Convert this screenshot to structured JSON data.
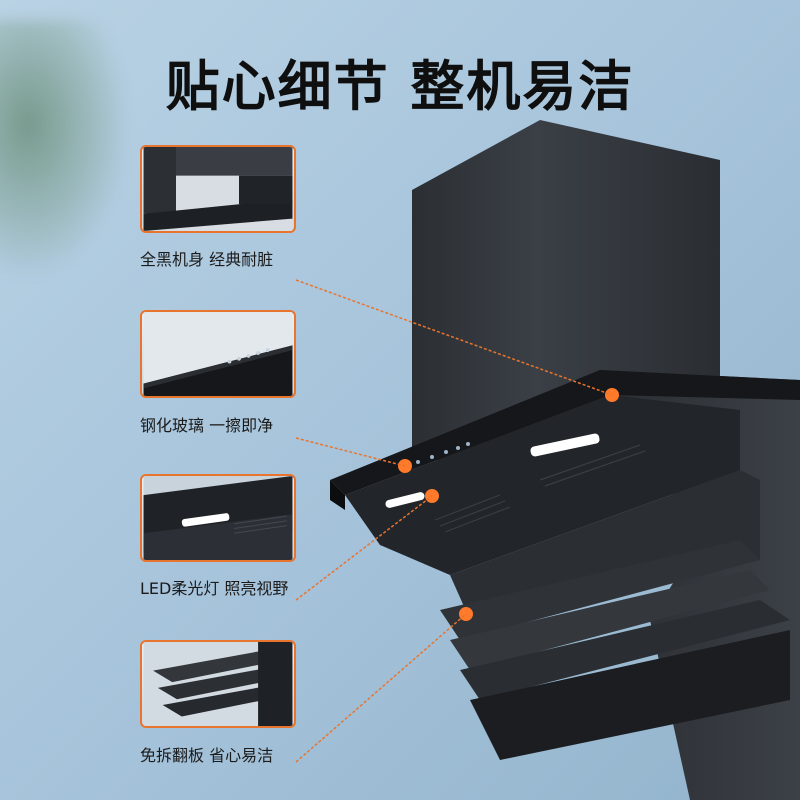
{
  "headline": "贴心细节 整机易洁",
  "features": [
    {
      "label": "全黑机身 经典耐脏",
      "icon": "black-body-icon"
    },
    {
      "label": "钢化玻璃 一擦即净",
      "icon": "tempered-glass-icon"
    },
    {
      "label": "LED柔光灯 照亮视野",
      "icon": "led-light-icon"
    },
    {
      "label": "免拆翻板 省心易洁",
      "icon": "flip-panel-icon"
    }
  ],
  "colors": {
    "accent": "#e8742e",
    "hood": "#1f2226",
    "wall": "#a8c5dc"
  }
}
